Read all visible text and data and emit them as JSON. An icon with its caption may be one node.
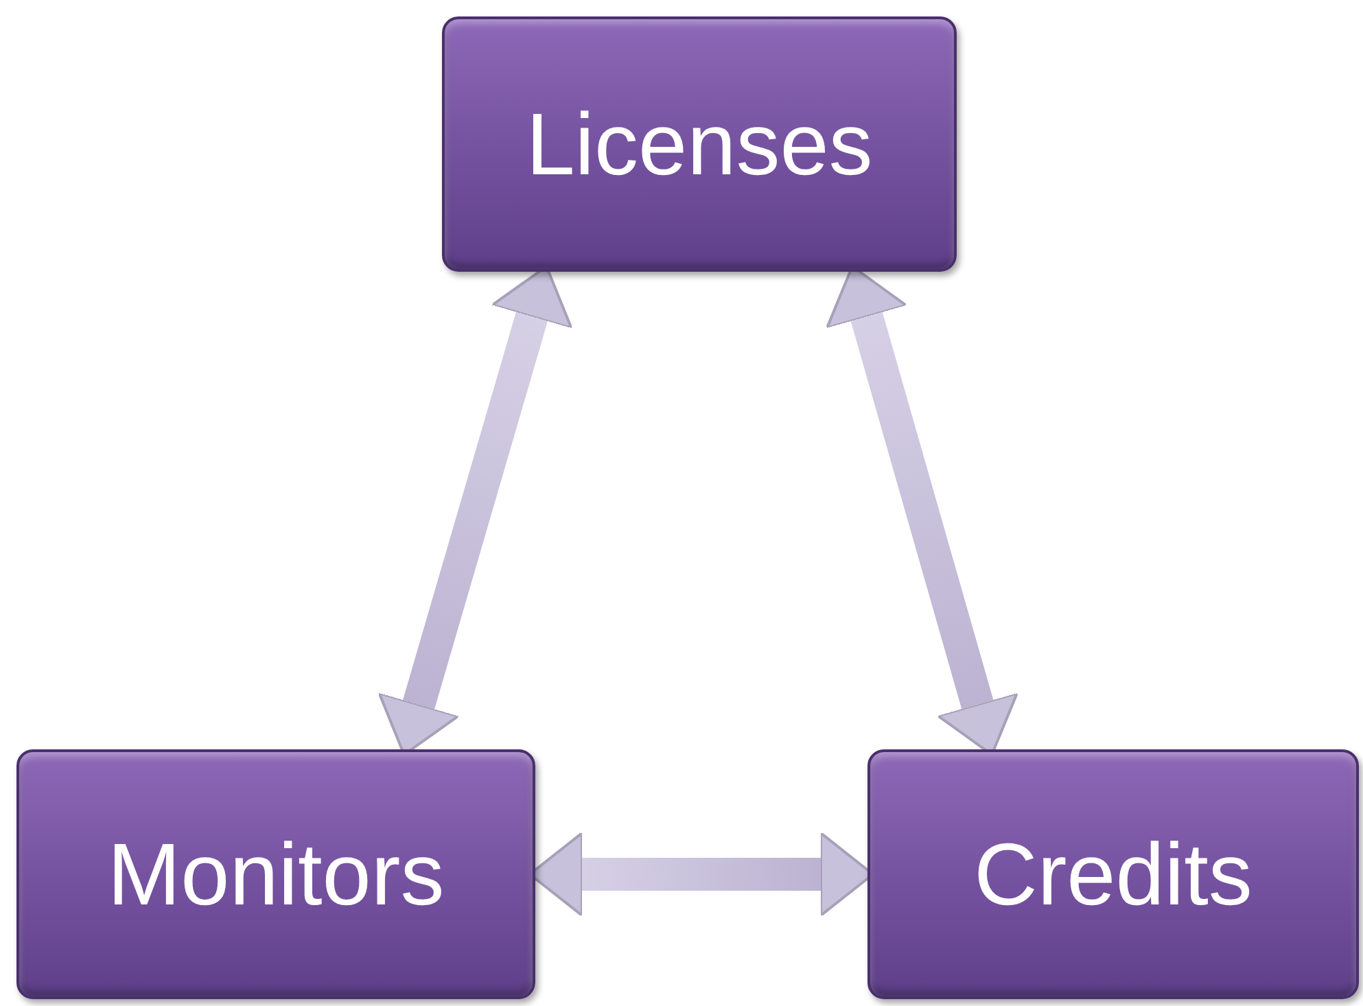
{
  "diagram": {
    "nodes": [
      {
        "text": [
          "Licenses"
        ]
      },
      {
        "text": [
          "Monitors"
        ]
      },
      {
        "text": [
          "Credits"
        ]
      }
    ],
    "edges": [
      {
        "from": 0,
        "to": 1,
        "arrow": "both"
      },
      {
        "from": 0,
        "to": 2,
        "arrow": "both"
      },
      {
        "from": 1,
        "to": 2,
        "arrow": "both"
      }
    ]
  }
}
